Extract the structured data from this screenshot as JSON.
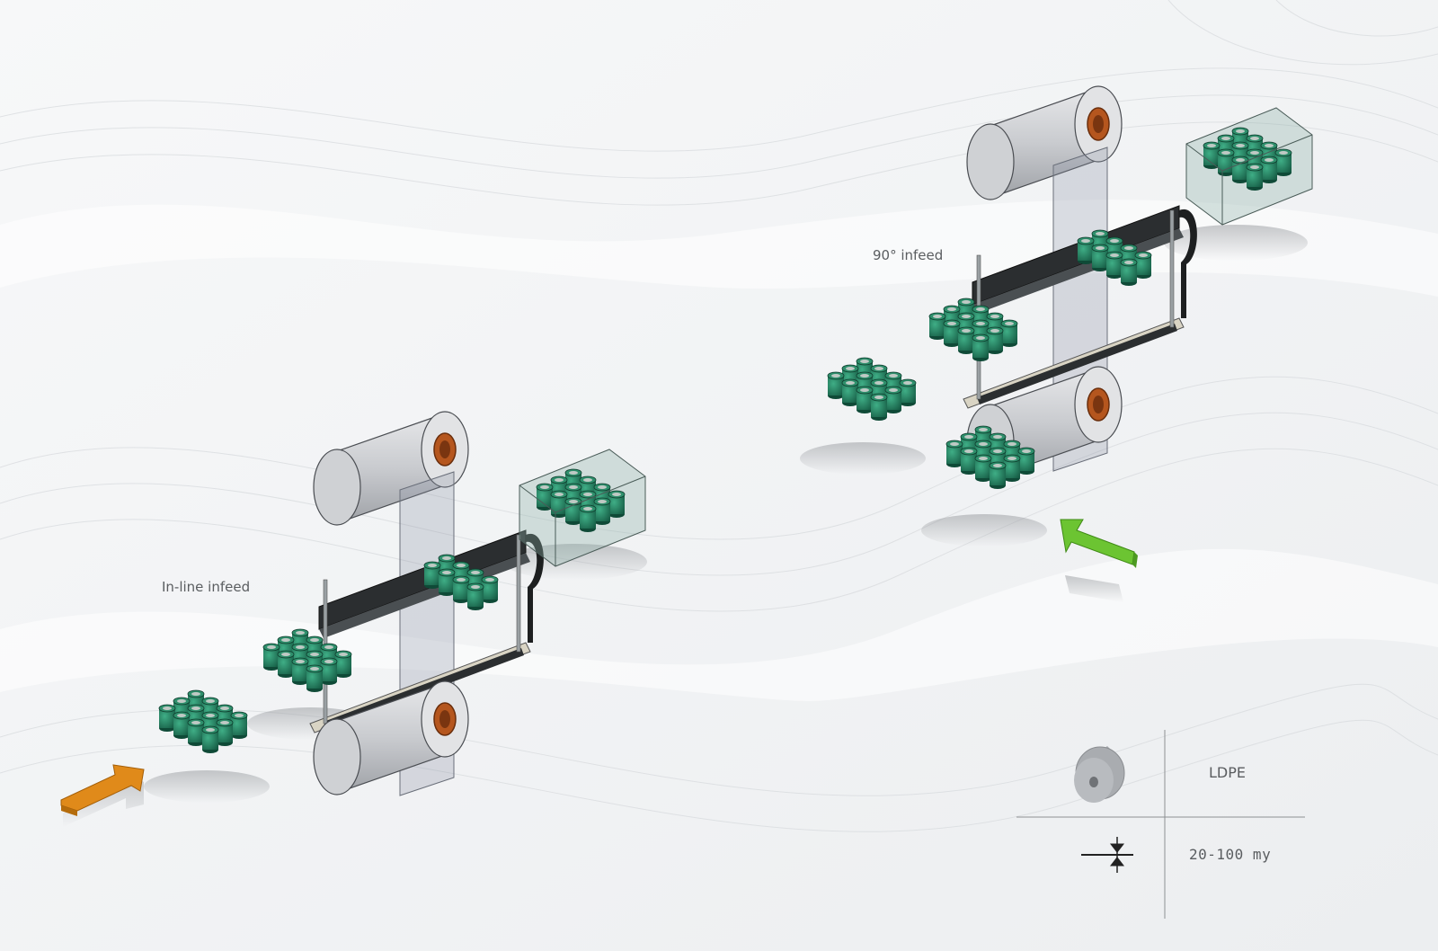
{
  "labels": {
    "inline_infeed": "In-line infeed",
    "angle_infeed": "90° infeed"
  },
  "spec_table": {
    "material": "LDPE",
    "thickness": "20-100 my",
    "material_icon": "film-roll-icon",
    "thickness_icon": "thickness-arrows-icon"
  },
  "colors": {
    "can_green": "#1f7a5c",
    "inline_arrow": "#e08a1a",
    "angle_arrow": "#6cc432",
    "roll_core": "#b5561e",
    "film": "#8a90a0"
  }
}
